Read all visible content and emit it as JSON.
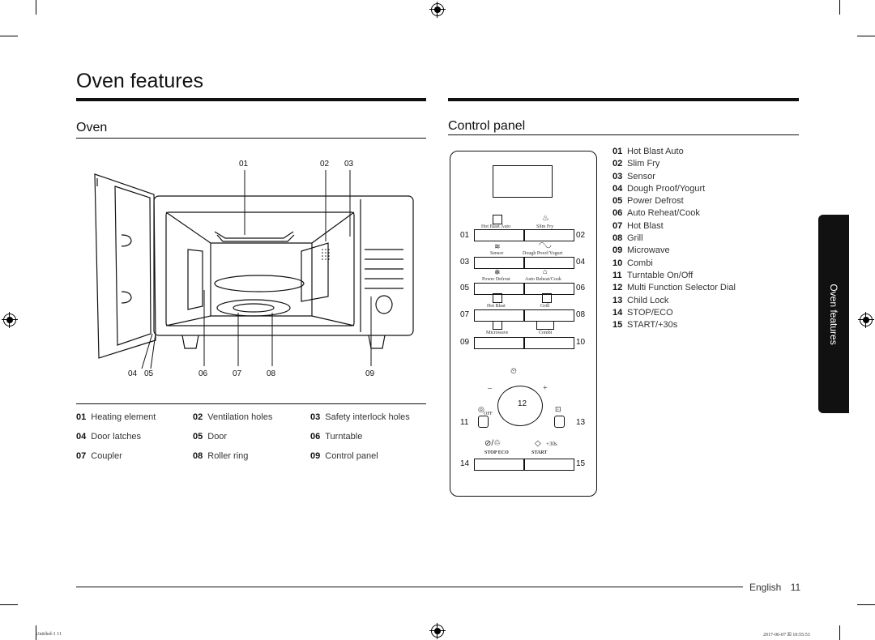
{
  "page": {
    "title": "Oven features",
    "side_tab": "Oven features",
    "footer_language": "English",
    "footer_page_number": "11",
    "print_left": "Untitled-1   11",
    "print_right": "2017-06-07   ☒ 10:55:53"
  },
  "oven": {
    "heading": "Oven",
    "callouts_top": [
      "01",
      "02",
      "03"
    ],
    "callouts_bottom": [
      "04",
      "05",
      "06",
      "07",
      "08",
      "09"
    ],
    "legend": [
      {
        "num": "01",
        "label": "Heating element"
      },
      {
        "num": "02",
        "label": "Ventilation holes"
      },
      {
        "num": "03",
        "label": "Safety interlock holes"
      },
      {
        "num": "04",
        "label": "Door latches"
      },
      {
        "num": "05",
        "label": "Door"
      },
      {
        "num": "06",
        "label": "Turntable"
      },
      {
        "num": "07",
        "label": "Coupler"
      },
      {
        "num": "08",
        "label": "Roller ring"
      },
      {
        "num": "09",
        "label": "Control panel"
      }
    ]
  },
  "control_panel": {
    "heading": "Control panel",
    "items": [
      {
        "num": "01",
        "label": "Hot Blast Auto"
      },
      {
        "num": "02",
        "label": "Slim Fry"
      },
      {
        "num": "03",
        "label": "Sensor"
      },
      {
        "num": "04",
        "label": "Dough Proof/Yogurt"
      },
      {
        "num": "05",
        "label": "Power Defrost"
      },
      {
        "num": "06",
        "label": "Auto Reheat/Cook"
      },
      {
        "num": "07",
        "label": "Hot Blast"
      },
      {
        "num": "08",
        "label": "Grill"
      },
      {
        "num": "09",
        "label": "Microwave"
      },
      {
        "num": "10",
        "label": "Combi"
      },
      {
        "num": "11",
        "label": "Turntable On/Off"
      },
      {
        "num": "12",
        "label": "Multi Function Selector Dial"
      },
      {
        "num": "13",
        "label": "Child Lock"
      },
      {
        "num": "14",
        "label": "STOP/ECO"
      },
      {
        "num": "15",
        "label": "START/+30s"
      }
    ],
    "panel_labels": {
      "hot_blast_auto": "Hot Blast Auto",
      "slim_fry": "Slim Fry",
      "sensor": "Sensor",
      "dough_proof": "Dough Proof/Yogurt",
      "power_defrost": "Power Defrost",
      "auto_reheat": "Auto Reheat/Cook",
      "hot_blast": "Hot Blast",
      "grill": "Grill",
      "microwave": "Microwave",
      "combi": "Combi",
      "stop_eco": "STOP  ECO",
      "start": "START",
      "plus30": "+30s",
      "off": "OFF",
      "minus": "–",
      "plus": "+"
    },
    "panel_callouts": [
      "01",
      "02",
      "03",
      "04",
      "05",
      "06",
      "07",
      "08",
      "09",
      "10",
      "11",
      "12",
      "13",
      "14",
      "15"
    ]
  }
}
